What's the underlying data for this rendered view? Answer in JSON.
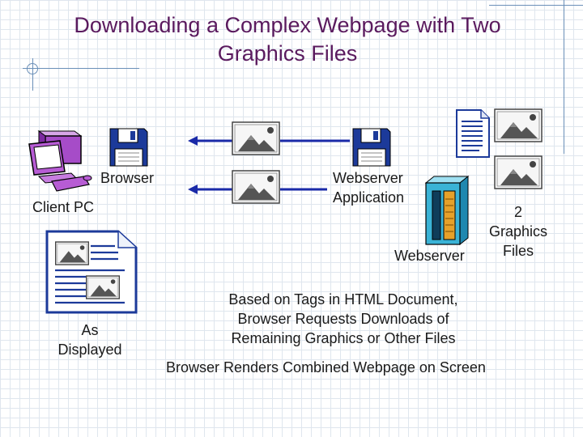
{
  "title": "Downloading a Complex Webpage with Two\nGraphics Files",
  "labels": {
    "browser": "Browser",
    "client_pc": "Client PC",
    "webserver_application": "Webserver\nApplication",
    "webserver": "Webserver",
    "graphics_files": "2\nGraphics\nFiles",
    "as_displayed": "As\nDisplayed",
    "tags_note": "Based on Tags in HTML Document,\nBrowser Requests Downloads of\nRemaining Graphics or Other Files",
    "render_note": "Browser Renders Combined Webpage on Screen"
  },
  "colors": {
    "title": "#5a1a5e",
    "arrow": "#1a2aa8",
    "disk": "#1c3a9a",
    "computer": "#a64cc8",
    "server": "#3ab3d6",
    "document": "#1c3a9a"
  },
  "icons": [
    "computer-icon",
    "floppy-disk-icon",
    "image-file-icon",
    "document-icon",
    "server-icon",
    "left-arrow-icon"
  ]
}
